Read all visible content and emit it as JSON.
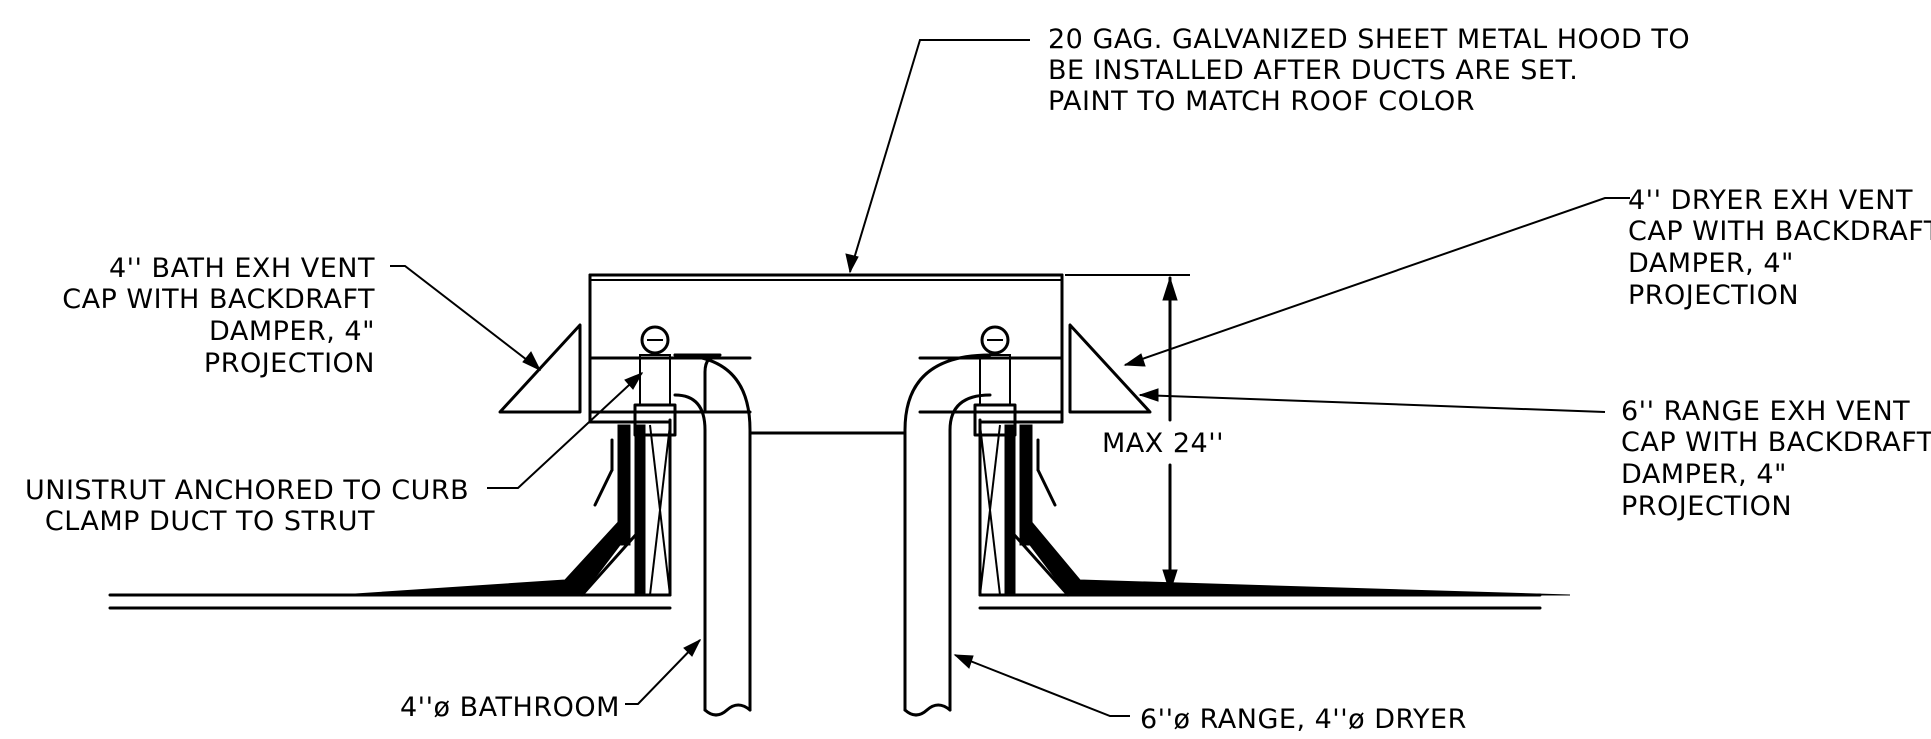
{
  "labels": {
    "hood": [
      "20 GAG. GALVANIZED SHEET METAL HOOD TO",
      "BE INSTALLED AFTER DUCTS ARE SET.",
      "PAINT TO MATCH ROOF COLOR"
    ],
    "bath_cap": [
      "4'' BATH EXH VENT",
      "CAP WITH BACKDRAFT",
      "DAMPER, 4\"",
      "PROJECTION"
    ],
    "dryer_cap": [
      "4'' DRYER EXH VENT",
      "CAP WITH BACKDRAFT",
      "DAMPER, 4\"",
      "PROJECTION"
    ],
    "range_cap": [
      "6'' RANGE EXH VENT",
      "CAP WITH BACKDRAFT",
      "DAMPER, 4\"",
      "PROJECTION"
    ],
    "unistrut": [
      "UNISTRUT ANCHORED TO CURB",
      "CLAMP DUCT TO STRUT"
    ],
    "max_height": "MAX 24''",
    "bath_duct": "4''ø BATHROOM",
    "range_duct": "6''ø RANGE, 4''ø DRYER"
  }
}
